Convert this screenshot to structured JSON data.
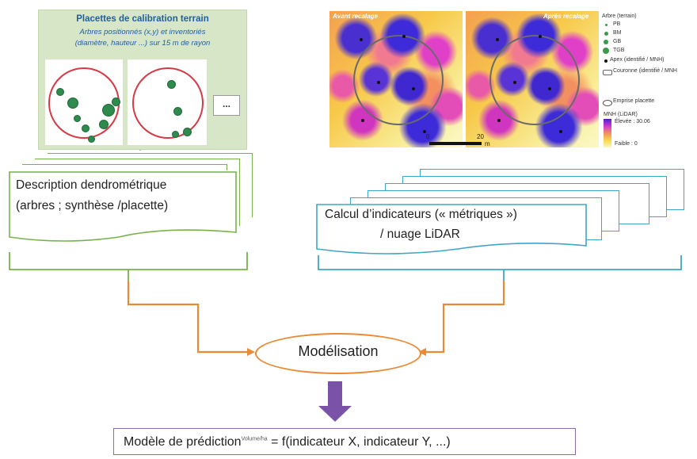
{
  "calibration": {
    "title": "Placettes de calibration terrain",
    "subtitle_line1": "Arbres positionnés (x,y) et inventoriés",
    "subtitle_line2": "(diamètre, hauteur ...) sur 15 m de rayon",
    "more": "..."
  },
  "map": {
    "before_label": "Avant recalage",
    "after_label": "Après recalage",
    "scale_zero": "0",
    "scale_twenty": "20",
    "scale_unit": "m",
    "legend": {
      "title": "Arbre (terrain)",
      "pb": "PB",
      "bm": "BM",
      "gb": "GB",
      "tgb": "TGB",
      "apex": "Apex (identifié / MNH)",
      "crown": "Couronne (identifié / MNH",
      "footprint": "Emprise placette",
      "mnh": "MNH (LiDAR)",
      "high": "Élevée : 30.06",
      "low": "Faible : 0"
    }
  },
  "dendro": {
    "line1": "Description dendrométrique",
    "line2": "(arbres ; synthèse /placette)"
  },
  "lidar": {
    "line1": "Calcul d’indicateurs (« métriques »)",
    "line2": "/ nuage LiDAR"
  },
  "modelisation": {
    "label": "Modélisation"
  },
  "prediction": {
    "prefix": "Modèle de prédiction",
    "superscript": "Volume/ha",
    "formula": " = f(indicateur X, indicateur Y, ...)"
  },
  "colors": {
    "green": "#77b34a",
    "blue": "#3ea6c8",
    "orange": "#e98a35",
    "purple": "#7a52a8",
    "calib_bg": "#d6e6c6"
  }
}
